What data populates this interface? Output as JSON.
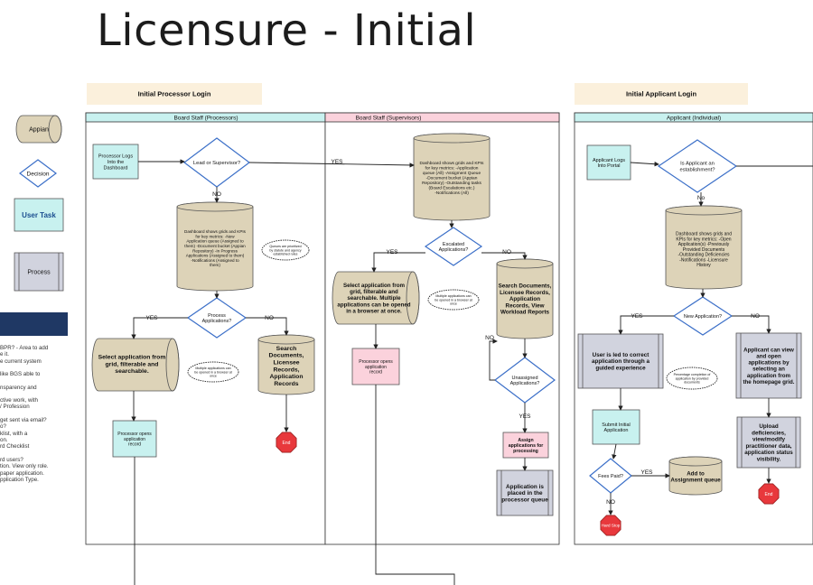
{
  "title": "Licensure - Initial",
  "legend": {
    "appian": "Appian",
    "decision": "Decision",
    "user_task": "User Task",
    "process": "Process"
  },
  "left_notes": [
    "BPR? - Area to add\ne it.\ne current system",
    "like BGS able to",
    "nsparency and",
    "ctive work, with\n/ Profession",
    "get sent via email?\no?\nklist, with a\non.\nrd Checklist",
    "rd users?\ntion. View only role.\n paper application.\npplication Type."
  ],
  "sections": {
    "processor_login": "Initial Processor Login",
    "applicant_login": "Initial Applicant Login"
  },
  "lanes": {
    "processors": "Board Staff (Processors)",
    "supervisors": "Board Staff (Supervisors)",
    "applicant": "Applicant (Individual)"
  },
  "colors": {
    "appian": "#ddd3b8",
    "user_task": "#c8f1ef",
    "process": "#d1d3de",
    "supervisor_task": "#fbd2dc",
    "decision_stroke": "#3b6fc8",
    "end": "#e8383c",
    "navy": "#1f3864"
  },
  "nodes": {
    "processor_logs": "Processor Logs Into the Dashboard",
    "lead_or_supervisor": "Lead or Supervisor?",
    "processor_dashboard": "Dashboard shows grids and KPIs for key metrics: -New Application queue (Assigned to them) -Document bucket (Appian Repository) -In Progress Applications (Assigned to them) -Notifications (Assigned to them)",
    "queues_note": "Queues are prioritized by statute and agency established rules",
    "process_applications": "Process Applications?",
    "select_app_processor": "Select application from grid, filterable and searchable.",
    "multi_apps_note_1": "Multiple applications can be opened in a browser at once",
    "search_documents_processor": "Search Documents, Licensee Records, Application Records",
    "end_processor": "End",
    "processor_opens_record_1": "Processor opens application record",
    "supervisor_dashboard": "Dashboard shows grids and KPIs for key metrics: -Application queue (All) -Assigment Queue -Document bucket (Appian Repository) -Outstanding tasks (Board Escalations etc.) -Notifications (All)",
    "escalated_applications": "Escalated Applications?",
    "select_app_supervisor": "Select application from grid, filterable and searchable. Multiple applications can be opened in a browser at once.",
    "multi_apps_note_2": "Multiple applications can be opened in a browser at once",
    "search_documents_supervisor": "Search Documents, Licensee Records, Application Records, View Workload Reports",
    "processor_opens_record_2": "Processor opens application record",
    "unassigned_applications": "Unassigned Applications?",
    "assign_applications": "Assign applications for processing",
    "placed_in_queue": "Application is placed in the processor queue",
    "applicant_logs": "Applicant Logs Into Portal",
    "is_establishment": "Is Applicant an establishment?",
    "applicant_dashboard": "Dashboard shows grids and KPIs for key metrics: -Open Application(s) -Previously Provided Documents -Outstanding Deficiencies -Notifications -Licensure History",
    "new_application": "New Application?",
    "user_led": "User is led to correct application through a guided experience",
    "percentage_note": "Percentage completion of application by provided documents",
    "applicant_view_open": "Applicant can view and open applications by selecting an application from the homepage grid.",
    "submit_initial": "Submit Initial Application",
    "fees_paid": "Fees Paid?",
    "add_assignment_queue": "Add to Assignment queue",
    "hard_stop": "Hard Stop",
    "upload_deficiencies": "Upload deficiencies, view/modify practitioner data, application status visibility.",
    "end_applicant": "End"
  },
  "edge_labels": {
    "yes": "YES",
    "no": "NO",
    "yes_lower": "Yes",
    "no_lower": "No",
    "yes_arrow": "YES"
  }
}
